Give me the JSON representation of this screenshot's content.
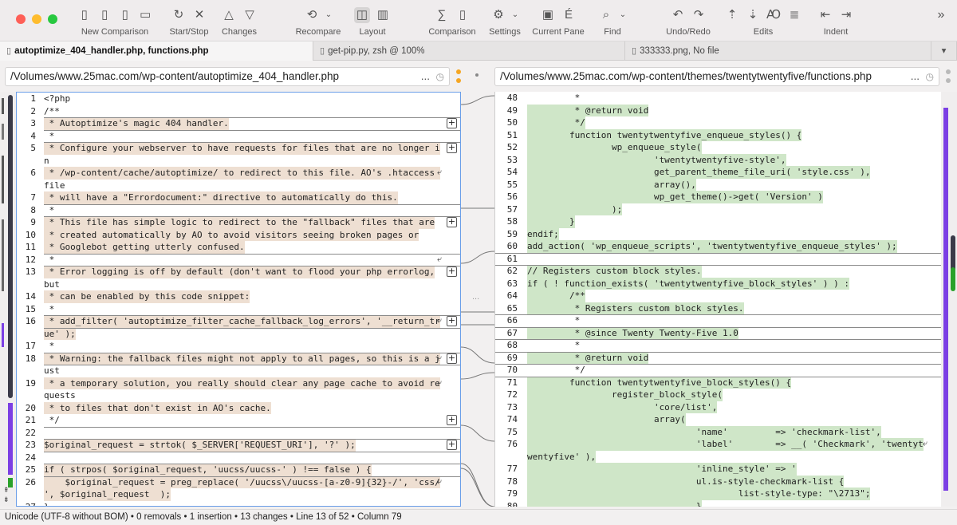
{
  "toolbar": {
    "groups": [
      {
        "label": "New Comparison"
      },
      {
        "label": "Start/Stop"
      },
      {
        "label": "Changes"
      },
      {
        "label": "Recompare"
      },
      {
        "label": "Layout"
      },
      {
        "label": "Comparison"
      },
      {
        "label": "Settings"
      },
      {
        "label": "Current Pane"
      },
      {
        "label": "Find"
      },
      {
        "label": "Undo/Redo"
      },
      {
        "label": "Edits"
      },
      {
        "label": "Indent"
      }
    ],
    "overflow": "»"
  },
  "tabs": [
    {
      "label": "autoptimize_404_handler.php, functions.php",
      "icon": "doc-icon",
      "active": true
    },
    {
      "label": "get-pip.py, zsh @ 100%",
      "icon": "doc-icon",
      "active": false
    },
    {
      "label": "333333.png, No file",
      "icon": "doc-icon",
      "active": false
    }
  ],
  "tab_overflow": "▾",
  "left_pane": {
    "path": "/Volumes/www.25mac.com/wp-content/autoptimize_404_handler.php",
    "more": "...",
    "history": "◷",
    "lines": [
      {
        "n": "1",
        "t": "<?php",
        "hl": false
      },
      {
        "n": "2",
        "t": "/**",
        "hl": false
      },
      {
        "n": "3",
        "t": " * Autoptimize's magic 404 handler.",
        "hl": true
      },
      {
        "n": "4",
        "t": " *",
        "hl": false
      },
      {
        "n": "5",
        "t": " * Configure your webserver to have requests for files that are no longer i",
        "hl": true
      },
      {
        "n": "",
        "t": "n",
        "hl": false
      },
      {
        "n": "6",
        "t": " * /wp-content/cache/autoptimize/ to redirect to this file. AO's .htaccess ",
        "hl": true
      },
      {
        "n": "",
        "t": "file",
        "hl": false
      },
      {
        "n": "7",
        "t": " * will have a \"Errordocument:\" directive to automatically do this.",
        "hl": true
      },
      {
        "n": "8",
        "t": " *",
        "hl": false
      },
      {
        "n": "9",
        "t": " * This file has simple logic to redirect to the \"fallback\" files that are",
        "hl": true
      },
      {
        "n": "10",
        "t": " * created automatically by AO to avoid visitors seeing broken pages or",
        "hl": true
      },
      {
        "n": "11",
        "t": " * Googlebot getting utterly confused.",
        "hl": true
      },
      {
        "n": "12",
        "t": " *",
        "hl": false
      },
      {
        "n": "13",
        "t": " * Error logging is off by default (don't want to flood your php errorlog,",
        "hl": true
      },
      {
        "n": "",
        "t": "but",
        "hl": false
      },
      {
        "n": "14",
        "t": " * can be enabled by this code snippet:",
        "hl": true
      },
      {
        "n": "15",
        "t": " *",
        "hl": false
      },
      {
        "n": "16",
        "t": " * add_filter( 'autoptimize_filter_cache_fallback_log_errors', '__return_tr",
        "hl": true
      },
      {
        "n": "",
        "t": "ue' );",
        "hl": true
      },
      {
        "n": "17",
        "t": " *",
        "hl": false
      },
      {
        "n": "18",
        "t": " * Warning: the fallback files might not apply to all pages, so this is a j",
        "hl": true
      },
      {
        "n": "",
        "t": "ust",
        "hl": false
      },
      {
        "n": "19",
        "t": " * a temporary solution, you really should clear any page cache to avoid re",
        "hl": true
      },
      {
        "n": "",
        "t": "quests",
        "hl": false
      },
      {
        "n": "20",
        "t": " * to files that don't exist in AO's cache.",
        "hl": true
      },
      {
        "n": "21",
        "t": " */",
        "hl": false
      },
      {
        "n": "22",
        "t": "",
        "hl": false
      },
      {
        "n": "23",
        "t": "$original_request = strtok( $_SERVER['REQUEST_URI'], '?' );",
        "hl": true
      },
      {
        "n": "24",
        "t": "",
        "hl": false
      },
      {
        "n": "25",
        "t": "if ( strpos( $original_request, 'uucss/uucss-' ) !== false ) {",
        "hl": true
      },
      {
        "n": "26",
        "t": "    $original_request = preg_replace( '/uucss\\/uucss-[a-z0-9]{32}-/', 'css/",
        "hl": true
      },
      {
        "n": "",
        "t": "', $original_request  );",
        "hl": true
      },
      {
        "n": "27",
        "t": "}",
        "hl": false
      }
    ]
  },
  "right_pane": {
    "path": "/Volumes/www.25mac.com/wp-content/themes/twentytwentyfive/functions.php",
    "more": "...",
    "history": "◷",
    "lines": [
      {
        "n": "48",
        "t": "         *",
        "hl": false
      },
      {
        "n": "49",
        "t": "         * @return void",
        "hl": true
      },
      {
        "n": "50",
        "t": "         */",
        "hl": true
      },
      {
        "n": "51",
        "t": "        function twentytwentyfive_enqueue_styles() {",
        "hl": true
      },
      {
        "n": "52",
        "t": "                wp_enqueue_style(",
        "hl": true
      },
      {
        "n": "53",
        "t": "                        'twentytwentyfive-style',",
        "hl": true
      },
      {
        "n": "54",
        "t": "                        get_parent_theme_file_uri( 'style.css' ),",
        "hl": true
      },
      {
        "n": "55",
        "t": "                        array(),",
        "hl": true
      },
      {
        "n": "56",
        "t": "                        wp_get_theme()->get( 'Version' )",
        "hl": true
      },
      {
        "n": "57",
        "t": "                );",
        "hl": true
      },
      {
        "n": "58",
        "t": "        }",
        "hl": true
      },
      {
        "n": "59",
        "t": "endif;",
        "hl": true
      },
      {
        "n": "60",
        "t": "add_action( 'wp_enqueue_scripts', 'twentytwentyfive_enqueue_styles' );",
        "hl": true
      },
      {
        "n": "61",
        "t": "",
        "hl": false
      },
      {
        "n": "62",
        "t": "// Registers custom block styles.",
        "hl": true
      },
      {
        "n": "63",
        "t": "if ( ! function_exists( 'twentytwentyfive_block_styles' ) ) :",
        "hl": true
      },
      {
        "n": "64",
        "t": "        /**",
        "hl": true
      },
      {
        "n": "65",
        "t": "         * Registers custom block styles.",
        "hl": true
      },
      {
        "n": "66",
        "t": "         *",
        "hl": false
      },
      {
        "n": "67",
        "t": "         * @since Twenty Twenty-Five 1.0",
        "hl": true
      },
      {
        "n": "68",
        "t": "         *",
        "hl": false
      },
      {
        "n": "69",
        "t": "         * @return void",
        "hl": true
      },
      {
        "n": "70",
        "t": "         */",
        "hl": false
      },
      {
        "n": "71",
        "t": "        function twentytwentyfive_block_styles() {",
        "hl": true
      },
      {
        "n": "72",
        "t": "                register_block_style(",
        "hl": true
      },
      {
        "n": "73",
        "t": "                        'core/list',",
        "hl": true
      },
      {
        "n": "74",
        "t": "                        array(",
        "hl": true
      },
      {
        "n": "75",
        "t": "                                'name'         => 'checkmark-list',",
        "hl": true
      },
      {
        "n": "76",
        "t": "                                'label'        => __( 'Checkmark', 'twentyt",
        "hl": true
      },
      {
        "n": "",
        "t": "wentyfive' ),",
        "hl": true
      },
      {
        "n": "77",
        "t": "                                'inline_style' => '",
        "hl": true
      },
      {
        "n": "78",
        "t": "                                ul.is-style-checkmark-list {",
        "hl": true
      },
      {
        "n": "79",
        "t": "                                        list-style-type: \"\\2713\";",
        "hl": true
      },
      {
        "n": "80",
        "t": "                                }",
        "hl": true
      }
    ]
  },
  "gutter_dots": "...",
  "status": "Unicode (UTF-8 without BOM) • 0 removals • 1 insertion • 13 changes • Line 13 of 52 • Column 79",
  "colors": {
    "left_highlight": "#eedfd2",
    "right_highlight": "#cfe6c8",
    "change_bar": "#7b3fe4"
  }
}
